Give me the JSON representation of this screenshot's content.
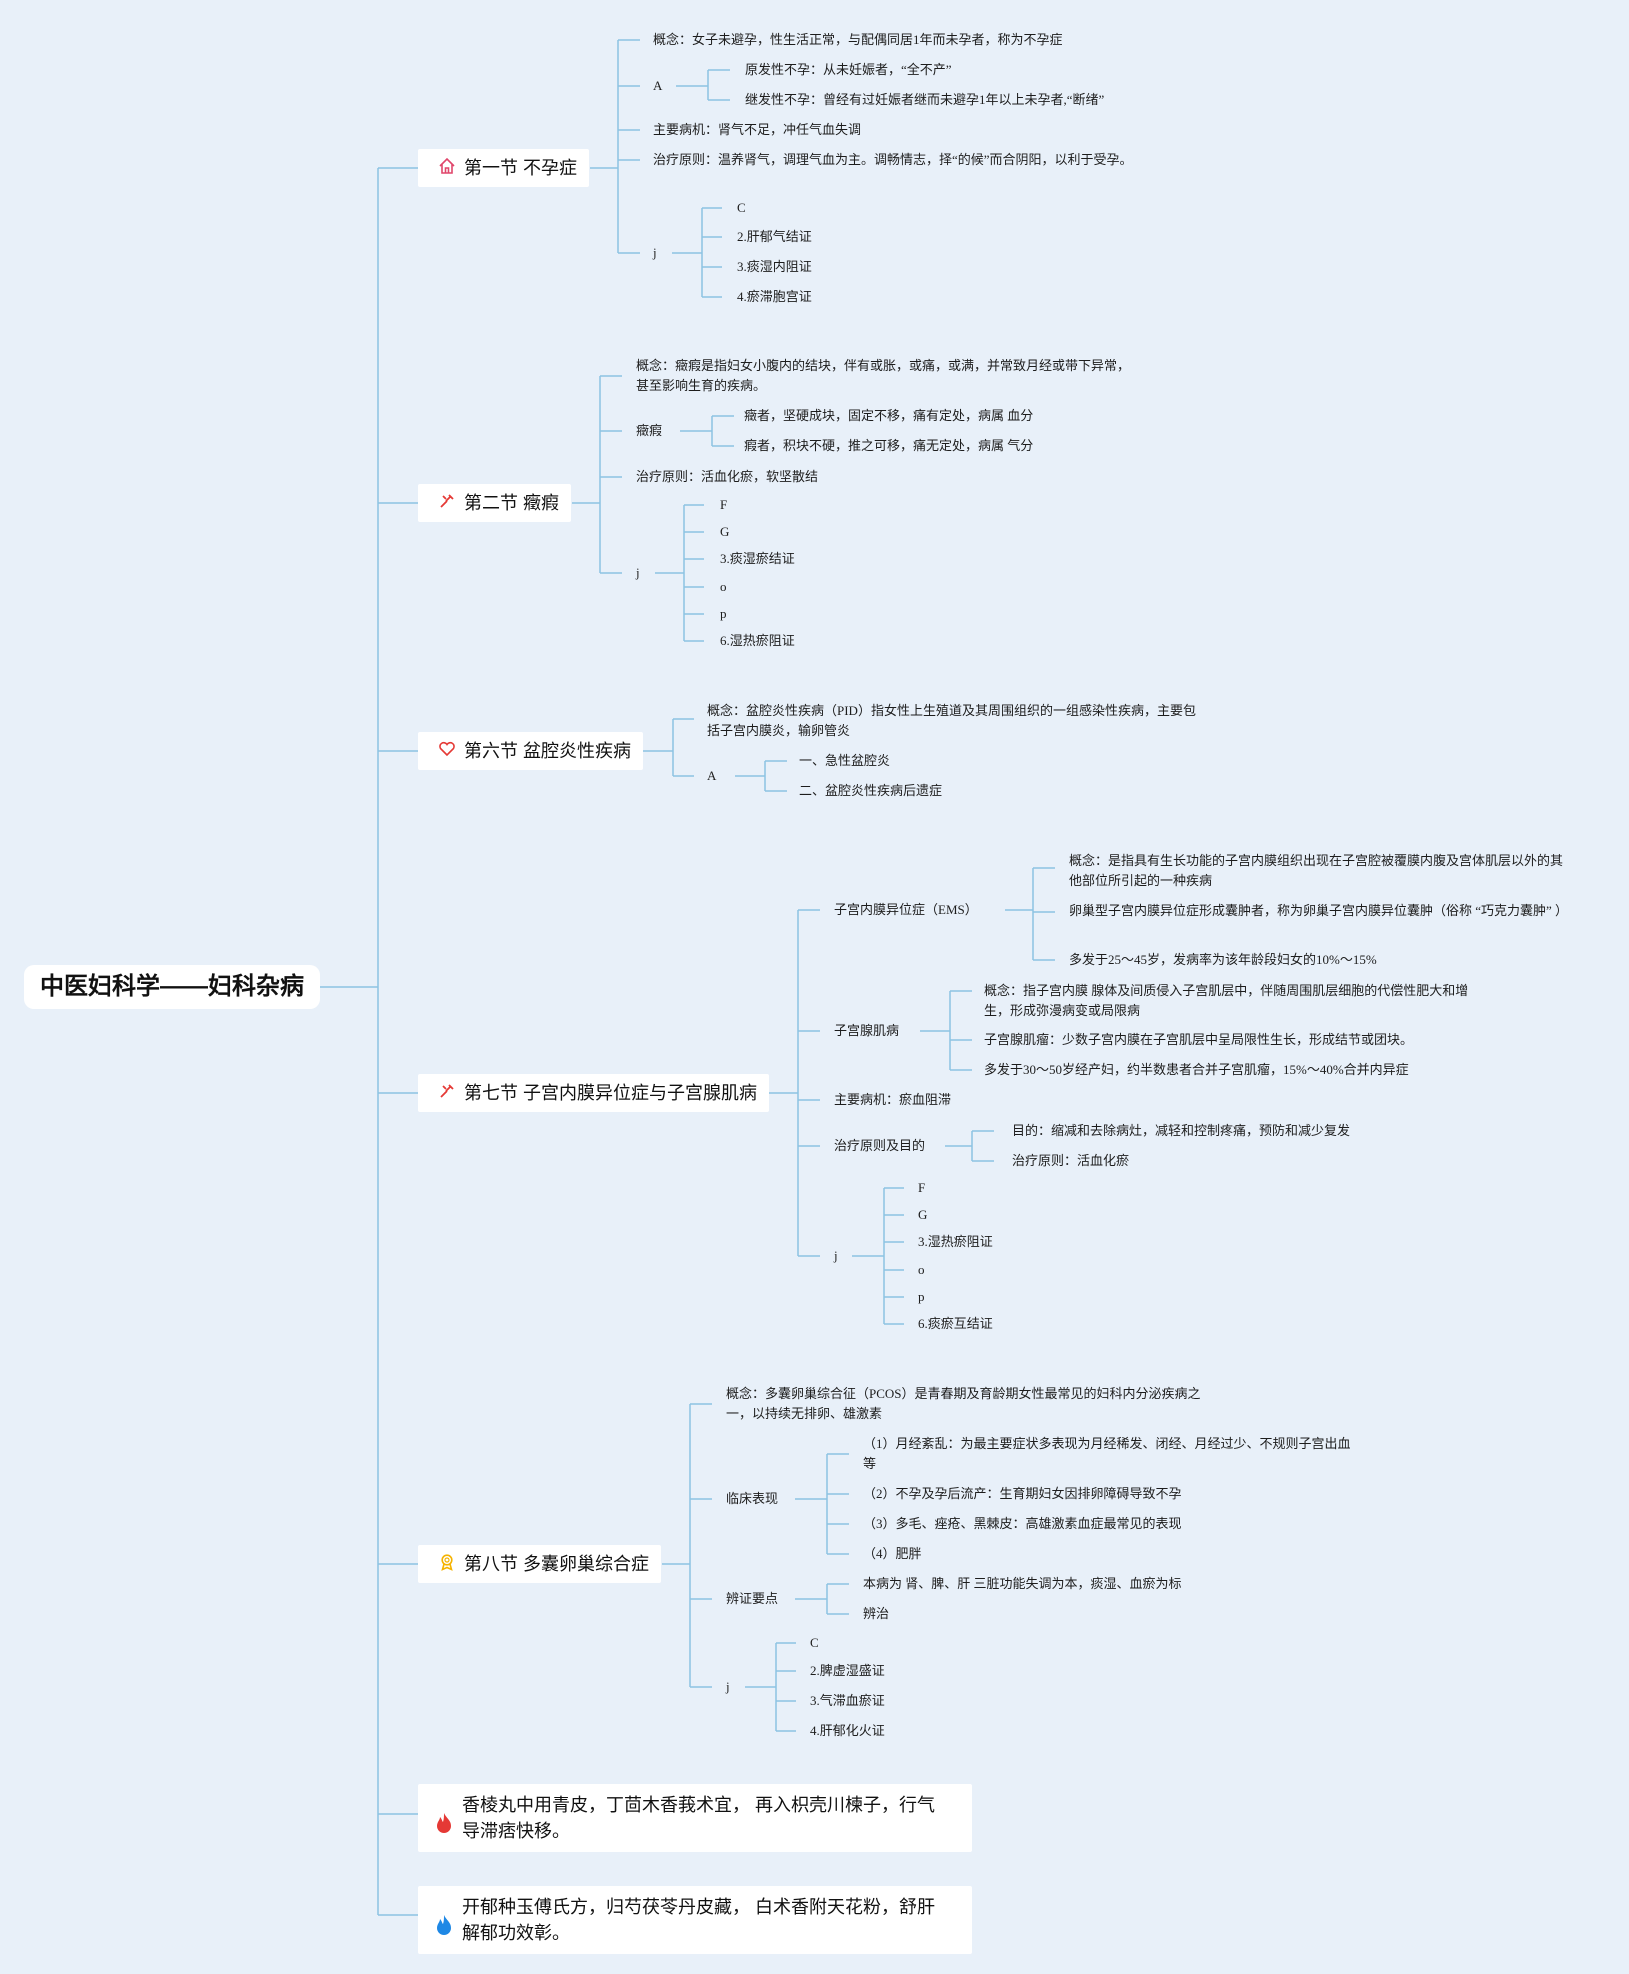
{
  "root": "中医妇科学——妇科杂病",
  "s1": {
    "title": "第一节 不孕症",
    "icon": "house-icon",
    "concept": "概念：女子未避孕，性生活正常，与配偶同居1年而未孕者，称为不孕症",
    "a": "A",
    "a1": "原发性不孕：从未妊娠者，“全不产”",
    "a2": "继发性不孕：曾经有过妊娠者继而未避孕1年以上未孕者,“断绪”",
    "mech": "主要病机：肾气不足，冲任气血失调",
    "treat": "治疗原则：温养肾气，调理气血为主。调畅情志，择“的候”而合阴阳，以利于受孕。",
    "j": "j",
    "j1": "C",
    "j2": "2.肝郁气结证",
    "j3": "3.痰湿内阻证",
    "j4": "4.瘀滞胞宫证"
  },
  "s2": {
    "title": "第二节 癥瘕",
    "icon": "tools-icon",
    "concept": "概念：癥瘕是指妇女小腹内的结块，伴有或胀，或痛，或满，并常致月经或带下异常，甚至影响生育的疾病。",
    "zj": "癥瘕",
    "zj1": "癥者，坚硬成块，固定不移，痛有定处，病属 血分",
    "zj2": "瘕者，积块不硬，推之可移，痛无定处，病属 气分",
    "treat": "治疗原则：活血化瘀，软坚散结",
    "j": "j",
    "j1": "F",
    "j2": "G",
    "j3": "3.痰湿瘀结证",
    "j4": "o",
    "j5": "p",
    "j6": "6.湿热瘀阻证"
  },
  "s6": {
    "title": "第六节 盆腔炎性疾病",
    "icon": "heart-icon",
    "concept": "概念：盆腔炎性疾病（PID）指女性上生殖道及其周围组织的一组感染性疾病，主要包括子宫内膜炎，输卵管炎",
    "a": "A",
    "a1": "一、急性盆腔炎",
    "a2": "二、盆腔炎性疾病后遗症"
  },
  "s7": {
    "title": "第七节 子宫内膜异位症与子宫腺肌病",
    "icon": "tools-icon",
    "ems": "子宫内膜异位症（EMS）",
    "ems1": "概念：是指具有生长功能的子宫内膜组织出现在子宫腔被覆膜内腹及宫体肌层以外的其他部位所引起的一种疾病",
    "ems2": "卵巢型子宫内膜异位症形成囊肿者，称为卵巢子宫内膜异位囊肿（俗称 “巧克力囊肿” ）",
    "ems3": "多发于25～45岁，发病率为该年龄段妇女的10%～15%",
    "adeno": "子宫腺肌病",
    "ad1": "概念：指子宫内膜 腺体及间质侵入子宫肌层中，伴随周围肌层细胞的代偿性肥大和增生，形成弥漫病变或局限病",
    "ad2": "子宫腺肌瘤：少数子宫内膜在子宫肌层中呈局限性生长，形成结节或团块。",
    "ad3": "多发于30～50岁经产妇，约半数患者合并子宫肌瘤，15%～40%合并内异症",
    "mech": "主要病机：瘀血阻滞",
    "treat": "治疗原则及目的",
    "tr1": "目的：缩减和去除病灶，减轻和控制疼痛，预防和减少复发",
    "tr2": "治疗原则：活血化瘀",
    "j": "j",
    "j1": "F",
    "j2": "G",
    "j3": "3.湿热瘀阻证",
    "j4": "o",
    "j5": "p",
    "j6": "6.痰瘀互结证"
  },
  "s8": {
    "title": "第八节 多囊卵巢综合症",
    "icon": "award-icon",
    "concept": "概念：多囊卵巢综合征（PCOS）是青春期及育龄期女性最常见的妇科内分泌疾病之一，以持续无排卵、雄激素",
    "clin": "临床表现",
    "c1": "（1）月经紊乱：为最主要症状多表现为月经稀发、闭经、月经过少、不规则子宫出血等",
    "c2": "（2）不孕及孕后流产：生育期妇女因排卵障碍导致不孕",
    "c3": "（3）多毛、痤疮、黑棘皮：高雄激素血症最常见的表现",
    "c4": "（4）肥胖",
    "diff": "辨证要点",
    "d1": "本病为 肾、脾、肝 三脏功能失调为本，痰湿、血瘀为标",
    "d2": "辨治",
    "j": "j",
    "j1": "C",
    "j2": "2.脾虚湿盛证",
    "j3": "3.气滞血瘀证",
    "j4": "4.肝郁化火证"
  },
  "n1": {
    "text": "香棱丸中用青皮，丁茴木香莪术宜， 再入枳壳川楝子，行气导滞痞快移。",
    "icon": "fire-icon",
    "color": "#e53935"
  },
  "n2": {
    "text": "开郁种玉傅氏方，归芍茯苓丹皮藏， 白术香附天花粉，舒肝解郁功效彰。",
    "icon": "flame-icon",
    "color": "#1e88e5"
  },
  "colors": {
    "line": "#8cc3e3",
    "background": "#e8f0f9"
  }
}
